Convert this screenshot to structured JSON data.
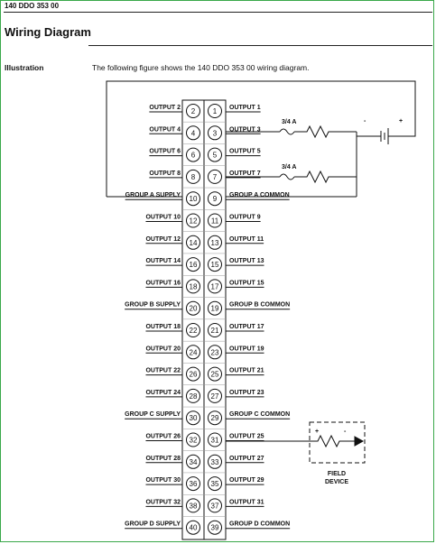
{
  "doc_header": "140 DDO 353 00",
  "section_title": "Wiring Diagram",
  "side_label": "Illustration",
  "intro_text": "The following figure shows the 140 DDO 353 00 wiring diagram.",
  "rows": [
    {
      "left_num": "2",
      "right_num": "1",
      "left_label": "OUTPUT 2",
      "right_label": "OUTPUT 1"
    },
    {
      "left_num": "4",
      "right_num": "3",
      "left_label": "OUTPUT 4",
      "right_label": "OUTPUT 3"
    },
    {
      "left_num": "6",
      "right_num": "5",
      "left_label": "OUTPUT 6",
      "right_label": "OUTPUT 5"
    },
    {
      "left_num": "8",
      "right_num": "7",
      "left_label": "OUTPUT 8",
      "right_label": "OUTPUT 7"
    },
    {
      "left_num": "10",
      "right_num": "9",
      "left_label": "GROUP A SUPPLY",
      "right_label": "GROUP A COMMON"
    },
    {
      "left_num": "12",
      "right_num": "11",
      "left_label": "OUTPUT 10",
      "right_label": "OUTPUT 9"
    },
    {
      "left_num": "14",
      "right_num": "13",
      "left_label": "OUTPUT 12",
      "right_label": "OUTPUT 11"
    },
    {
      "left_num": "16",
      "right_num": "15",
      "left_label": "OUTPUT 14",
      "right_label": "OUTPUT 13"
    },
    {
      "left_num": "18",
      "right_num": "17",
      "left_label": "OUTPUT 16",
      "right_label": "OUTPUT 15"
    },
    {
      "left_num": "20",
      "right_num": "19",
      "left_label": "GROUP B SUPPLY",
      "right_label": "GROUP B COMMON"
    },
    {
      "left_num": "22",
      "right_num": "21",
      "left_label": "OUTPUT 18",
      "right_label": "OUTPUT 17"
    },
    {
      "left_num": "24",
      "right_num": "23",
      "left_label": "OUTPUT 20",
      "right_label": "OUTPUT 19"
    },
    {
      "left_num": "26",
      "right_num": "25",
      "left_label": "OUTPUT 22",
      "right_label": "OUTPUT 21"
    },
    {
      "left_num": "28",
      "right_num": "27",
      "left_label": "OUTPUT 24",
      "right_label": "OUTPUT 23"
    },
    {
      "left_num": "30",
      "right_num": "29",
      "left_label": "GROUP C SUPPLY",
      "right_label": "GROUP C COMMON"
    },
    {
      "left_num": "32",
      "right_num": "31",
      "left_label": "OUTPUT 26",
      "right_label": "OUTPUT 25"
    },
    {
      "left_num": "34",
      "right_num": "33",
      "left_label": "OUTPUT 28",
      "right_label": "OUTPUT 27"
    },
    {
      "left_num": "36",
      "right_num": "35",
      "left_label": "OUTPUT 30",
      "right_label": "OUTPUT 29"
    },
    {
      "left_num": "38",
      "right_num": "37",
      "left_label": "OUTPUT 32",
      "right_label": "OUTPUT 31"
    },
    {
      "left_num": "40",
      "right_num": "39",
      "left_label": "GROUP D SUPPLY",
      "right_label": "GROUP D COMMON"
    }
  ],
  "fuse1_label": "3/4 A",
  "fuse2_label": "3/4 A",
  "supply_minus": "-",
  "supply_plus": "+",
  "field_minus": "-",
  "field_plus": "+",
  "field_device_line1": "FIELD",
  "field_device_line2": "DEVICE"
}
